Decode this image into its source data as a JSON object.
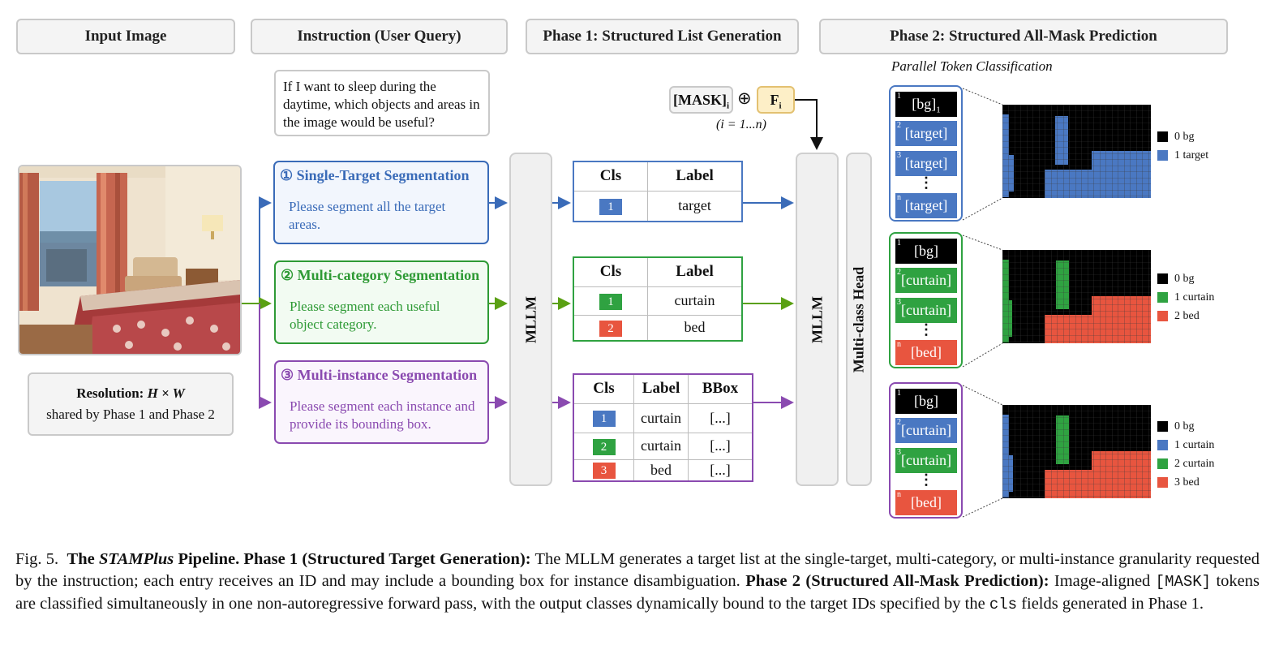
{
  "headers": {
    "input": "Input Image",
    "instruction": "Instruction (User Query)",
    "phase1": "Phase 1: Structured List Generation",
    "phase2": "Phase 2: Structured All-Mask Prediction"
  },
  "parallel_label": "Parallel Token Classification",
  "query_text": "If I want to sleep during the daytime, which objects and areas in the image would be useful?",
  "resolution": {
    "prefix": "Resolution: ",
    "value": "H × W",
    "sub": "shared by Phase 1 and Phase 2"
  },
  "mask_token": {
    "mask": "[MASK]",
    "mask_sub": "i",
    "oplus": "⊕",
    "f": "F",
    "f_sub": "i",
    "index": "(i = 1...n)"
  },
  "tasks": [
    {
      "title": "① Single-Target Segmentation",
      "text": "Please segment all the target areas.",
      "color": "#3a6bb8"
    },
    {
      "title": "② Multi-category Segmentation",
      "text": "Please segment each useful object category.",
      "color": "#2e9a35"
    },
    {
      "title": "③ Multi-instance Segmentation",
      "text": "Please segment each instance and provide its bounding box.",
      "color": "#8a4ab0"
    }
  ],
  "mllm_label": "MLLM",
  "mllm2_label": "MLLM",
  "head_label": "Multi-class Head",
  "tables": {
    "t1": {
      "headers": [
        "Cls",
        "Label"
      ],
      "rows": [
        {
          "cls": "1",
          "label": "target"
        }
      ]
    },
    "t2": {
      "headers": [
        "Cls",
        "Label"
      ],
      "rows": [
        {
          "cls": "1",
          "label": "curtain"
        },
        {
          "cls": "2",
          "label": "bed"
        }
      ]
    },
    "t3": {
      "headers": [
        "Cls",
        "Label",
        "BBox"
      ],
      "rows": [
        {
          "cls": "1",
          "label": "curtain",
          "bbox": "[...]"
        },
        {
          "cls": "2",
          "label": "curtain",
          "bbox": "[...]"
        },
        {
          "cls": "3",
          "label": "bed",
          "bbox": "[...]"
        }
      ]
    }
  },
  "tokens": {
    "g1": {
      "t1": "[bg]",
      "t1_sub": "1",
      "t2": "[target]",
      "t3": "[target]",
      "t4": "[target]"
    },
    "g2": {
      "t1": "[bg]",
      "t2": "[curtain]",
      "t3": "[curtain]",
      "t4": "[bed]"
    },
    "g3": {
      "t1": "[bg]",
      "t2": "[curtain]",
      "t3": "[curtain]",
      "t4": "[bed]"
    },
    "sup": {
      "a": "1",
      "b": "2",
      "c": "3",
      "n": "n"
    }
  },
  "legends": {
    "l1": [
      "0 bg",
      "1 target"
    ],
    "l2": [
      "0 bg",
      "1 curtain",
      "2 bed"
    ],
    "l3": [
      "0 bg",
      "1 curtain",
      "2 curtain",
      "3 bed"
    ]
  },
  "colors": {
    "blue": "#4a78c2",
    "green": "#2fa241",
    "red": "#e8553f",
    "purple": "#8a4ab0",
    "black": "#000000"
  },
  "caption": {
    "fig": "Fig. 5.",
    "title_a": "The ",
    "title_b": "STAMPlus",
    "title_c": " Pipeline. Phase 1 (Structured Target Generation):",
    "body1": " The MLLM generates a target list at the single-target, multi-category, or multi-instance granularity requested by the instruction; each entry receives an ID and may include a bounding box for instance disambiguation. ",
    "bold2": "Phase 2 (Structured All-Mask Prediction):",
    "body2": " Image-aligned ",
    "mono1": "[MASK]",
    "body3": " tokens are classified simultaneously in one non-autoregressive forward pass, with the output classes dynamically bound to the target IDs specified by the ",
    "mono2": "cls",
    "body4": " fields generated in Phase 1."
  }
}
